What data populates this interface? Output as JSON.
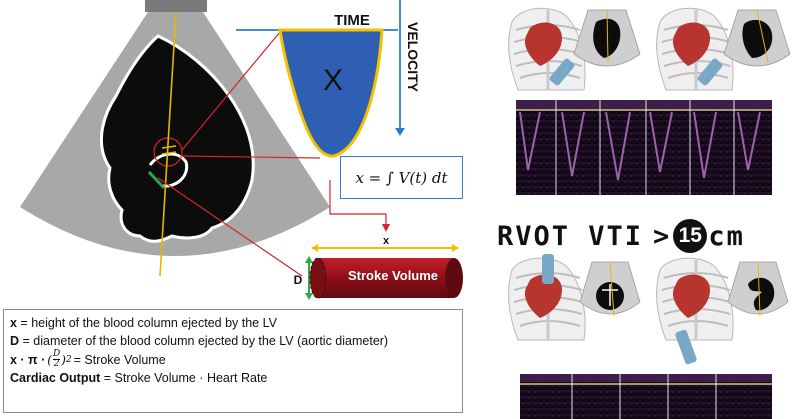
{
  "diagram": {
    "axis_time": "TIME",
    "axis_velocity": "VELOCITY",
    "area_label": "X",
    "formula": "x = ∫ V(t) dt",
    "x_label": "x",
    "d_label": "D",
    "stroke_volume": "Stroke Volume"
  },
  "legend": {
    "line1_key": "x",
    "line1_text": " = height of the blood column ejected by the LV",
    "line2_key": "D",
    "line2_text": " = diameter of the blood column ejected by the LV (aortic diameter)",
    "line3_key": "x · π ·",
    "line3_text": " = Stroke Volume",
    "line4_key": "Cardiac Output",
    "line4_text": " = Stroke Volume · Heart Rate"
  },
  "rvot": {
    "prefix": "RVOT VTI",
    "comparator": ">",
    "value": "15",
    "unit": "cm"
  },
  "colors": {
    "probe_sector": "#a8a8a8",
    "velocity_fill": "#2f5fb3",
    "velocity_outline": "#f2c200",
    "axis_blue": "#2e7bd1",
    "tube_red": "#9b111e",
    "arrow_red": "#d8232a",
    "doppler_bg": "#0a0610"
  }
}
